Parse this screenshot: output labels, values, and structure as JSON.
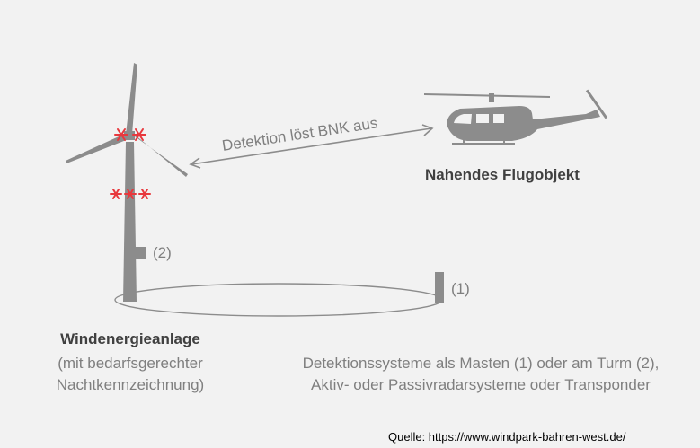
{
  "arrow_label": "Detektion löst BNK aus",
  "aircraft_label": "Nahendes Flugobjekt",
  "turbine": {
    "title": "Windenergieanlage",
    "subtitle_line1": "(mit bedarfsgerechter",
    "subtitle_line2": "Nachtkennzeichnung)"
  },
  "marker_tower": "(2)",
  "marker_mast": "(1)",
  "detection": {
    "line1": "Detektionssysteme als Masten (1) oder am Turm (2),",
    "line2": "Aktiv- oder Passivradarsysteme oder Transponder"
  },
  "source": "Quelle: https://www.windpark-bahren-west.de/",
  "colors": {
    "background": "#f2f2f2",
    "structure": "#8c8c8c",
    "lights": "#e8383d",
    "text": "#7f7f7f",
    "bold_text": "#404040"
  },
  "icons": [
    "wind-turbine-icon",
    "helicopter-icon",
    "radar-mast-icon",
    "double-arrow-icon",
    "warning-light-icon"
  ]
}
